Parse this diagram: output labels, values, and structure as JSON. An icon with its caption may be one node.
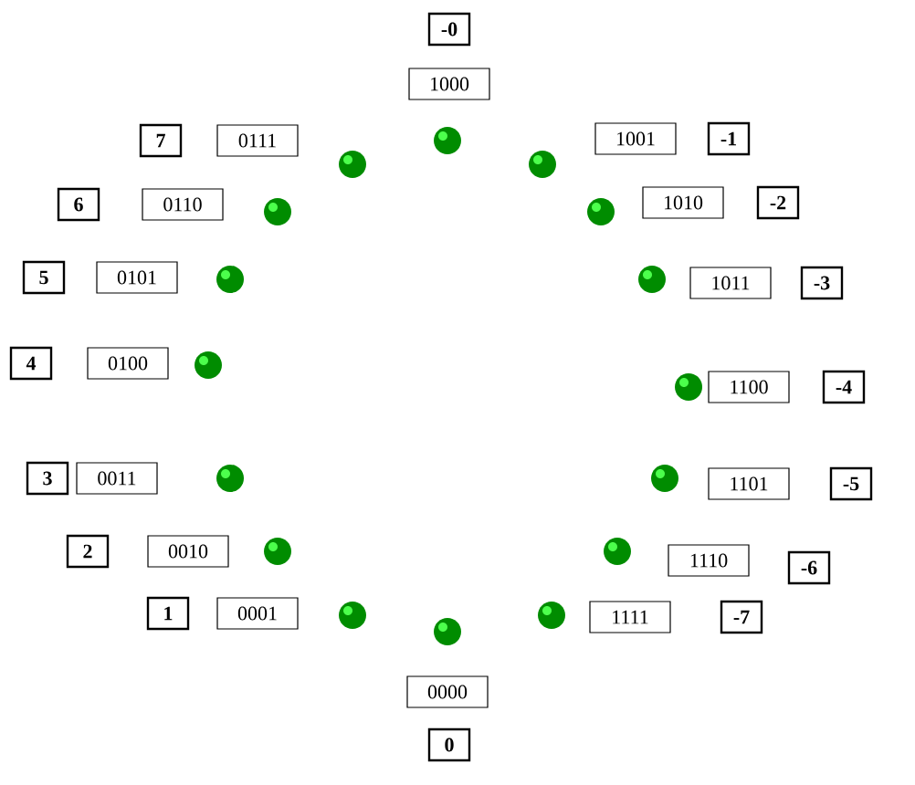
{
  "diagram": {
    "nodes": [
      {
        "text": [
          "-0"
        ]
      },
      {
        "text": [
          "1000"
        ]
      },
      {
        "text": [
          "1001"
        ]
      },
      {
        "text": [
          "-1"
        ]
      },
      {
        "text": [
          "7"
        ]
      },
      {
        "text": [
          "0111"
        ]
      },
      {
        "text": [
          "1010"
        ]
      },
      {
        "text": [
          "-2"
        ]
      },
      {
        "text": [
          "6"
        ]
      },
      {
        "text": [
          "0110"
        ]
      },
      {
        "text": [
          "5"
        ]
      },
      {
        "text": [
          "0101"
        ]
      },
      {
        "text": [
          "1011"
        ]
      },
      {
        "text": [
          "-3"
        ]
      },
      {
        "text": [
          "4"
        ]
      },
      {
        "text": [
          "0100"
        ]
      },
      {
        "text": [
          "1100"
        ]
      },
      {
        "text": [
          "-4"
        ]
      },
      {
        "text": [
          "3"
        ]
      },
      {
        "text": [
          "0011"
        ]
      },
      {
        "text": [
          "1101"
        ]
      },
      {
        "text": [
          "-5"
        ]
      },
      {
        "text": [
          "2"
        ]
      },
      {
        "text": [
          "0010"
        ]
      },
      {
        "text": [
          "1110"
        ]
      },
      {
        "text": [
          "-6"
        ]
      },
      {
        "text": [
          "1"
        ]
      },
      {
        "text": [
          "0001"
        ]
      },
      {
        "text": [
          "1111"
        ]
      },
      {
        "text": [
          "-7"
        ]
      },
      {
        "text": [
          "0000"
        ]
      },
      {
        "text": [
          "0"
        ]
      }
    ]
  }
}
